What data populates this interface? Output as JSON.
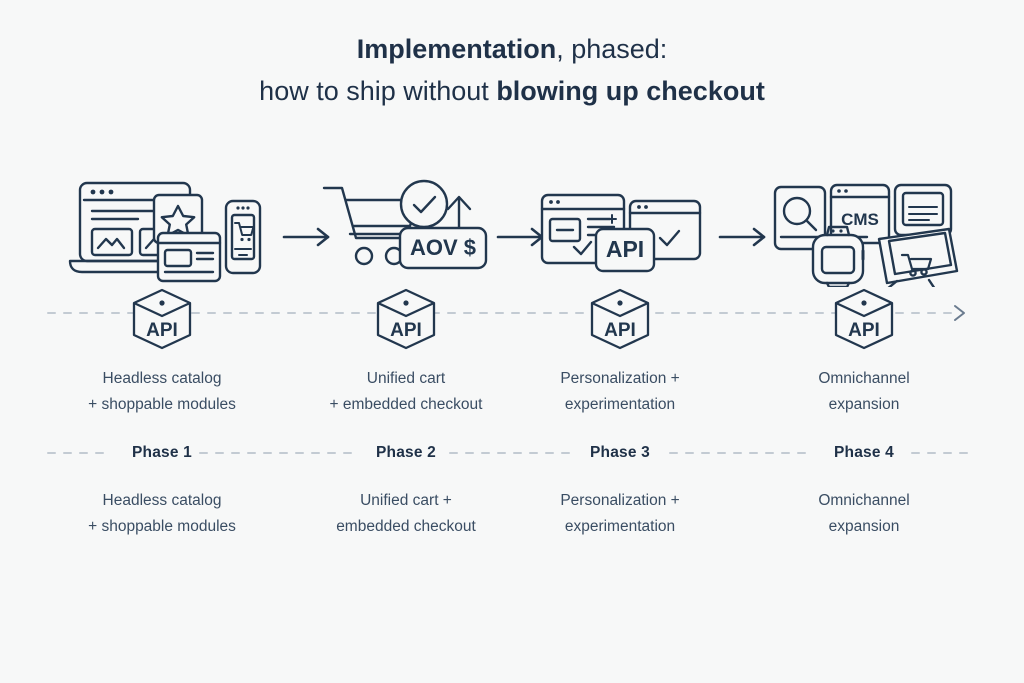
{
  "title": {
    "line1_bold": "Implementation",
    "line1_rest": ", phased:",
    "line2_rest": "how to ship without ",
    "line2_bold": "blowing up checkout"
  },
  "colors": {
    "background": "#f7f8f8",
    "ink": "#22374e",
    "text": "#3a4d63",
    "heading": "#1f3148",
    "dashed": "#c3cbd3"
  },
  "timeline": {
    "badge_label": "API",
    "arrow_icon": "arrow-right-icon",
    "dashed": true
  },
  "steps": [
    {
      "index": 1,
      "phase_label": "Phase 1",
      "badge": "API",
      "caption_top_line1": "Headless catalog",
      "caption_top_line2": "+ shoppable modules",
      "caption_bottom_line1": "Headless catalog",
      "caption_bottom_line2": "+ shoppable modules",
      "illustration": "headless-catalog-devices-icon"
    },
    {
      "index": 2,
      "phase_label": "Phase 2",
      "badge": "API",
      "caption_top_line1": "Unified cart",
      "caption_top_line2": "+ embedded checkout",
      "caption_bottom_line1": "Unified cart +",
      "caption_bottom_line2": "embedded checkout",
      "illustration": "cart-checkout-aov-icon",
      "badge_text": "AOV $"
    },
    {
      "index": 3,
      "phase_label": "Phase 3",
      "badge": "API",
      "caption_top_line1": "Personalization +",
      "caption_top_line2": "experimentation",
      "caption_bottom_line1": "Personalization +",
      "caption_bottom_line2": "experimentation",
      "illustration": "personalization-api-windows-icon",
      "badge_text": "API"
    },
    {
      "index": 4,
      "phase_label": "Phase 4",
      "badge": "API",
      "caption_top_line1": "Omnichannel",
      "caption_top_line2": "expansion",
      "caption_bottom_line1": "Omnichannel",
      "caption_bottom_line2": "expansion",
      "illustration": "omnichannel-devices-icon",
      "badge_text": "CMS"
    }
  ]
}
